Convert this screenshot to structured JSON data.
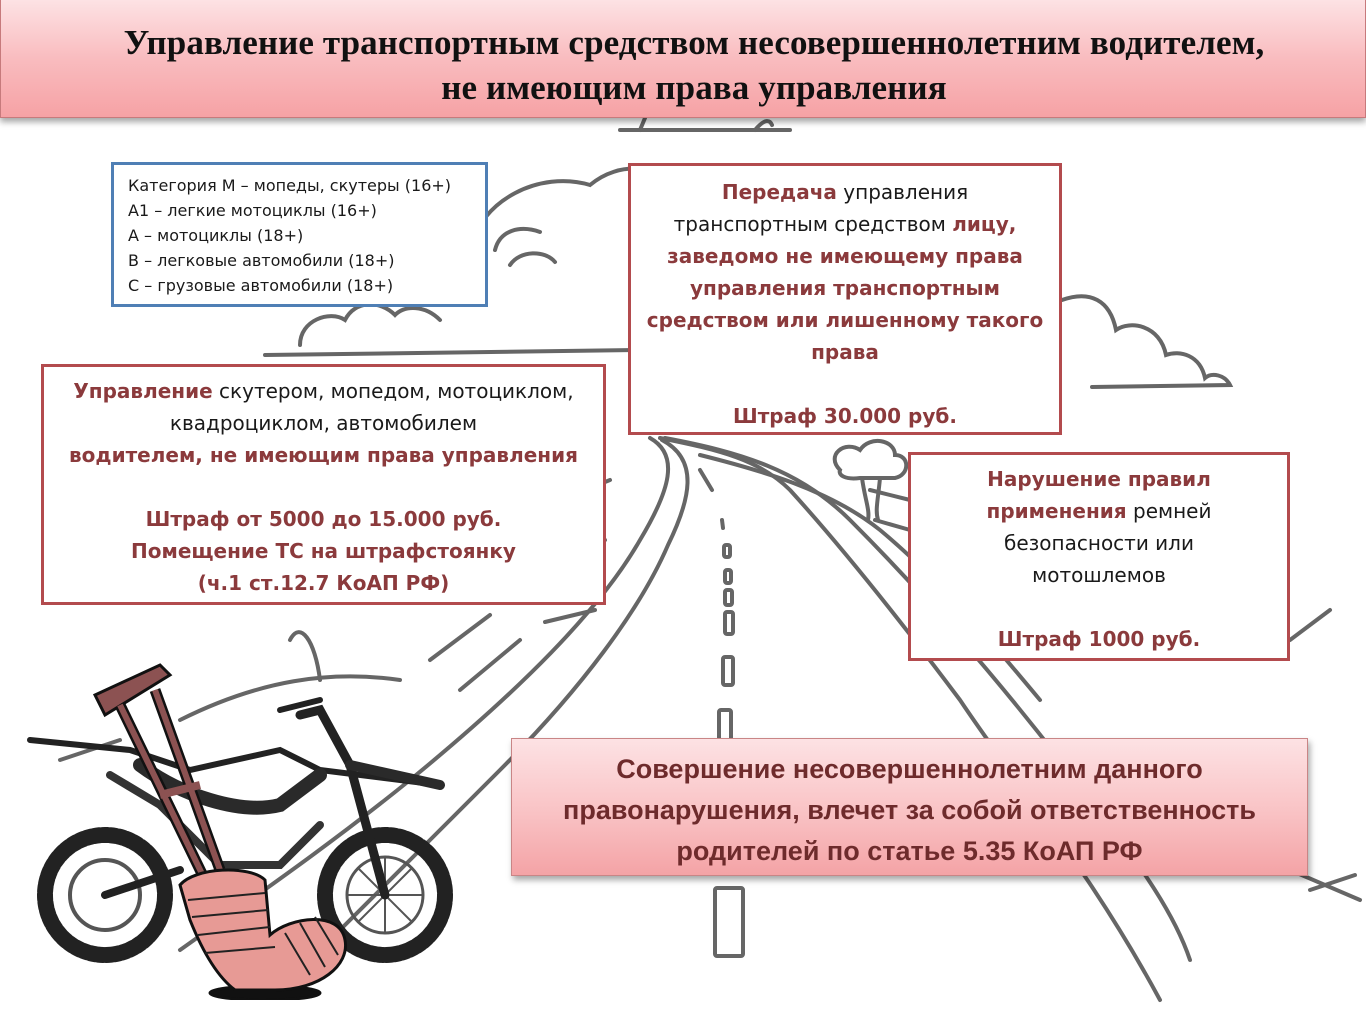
{
  "title": {
    "line1": "Управление транспортным средством несовершеннолетним водителем,",
    "line2": "не имеющим права управления"
  },
  "categories": {
    "items": [
      "Категория М – мопеды, скутеры (16+)",
      "А1 – легкие мотоциклы (16+)",
      "А – мотоциклы (18+)",
      "В – легковые автомобили (18+)",
      "С – грузовые автомобили (18+)"
    ],
    "border_color": "#4f7fb5"
  },
  "transfer": {
    "hl1": "Передача",
    "t1": " управления",
    "t2": "транспортным средством ",
    "hl2": "лицу,",
    "hl3": "заведомо не имеющему права",
    "hl4": "управления транспортным",
    "hl5": "средством или лишенному такого",
    "hl6": "права",
    "fine": "Штраф 30.000 руб."
  },
  "driving": {
    "hl1": "Управление",
    "t1": " скутером, мопедом, мотоциклом,",
    "t2": "квадроциклом, автомобилем",
    "hl2": "водителем, не имеющим права управления",
    "fine": "Штраф от 5000 до 15.000 руб.",
    "impound": "Помещение ТС на штрафстоянку",
    "article": "(ч.1 ст.12.7 КоАП РФ)"
  },
  "belts": {
    "hl1": "Нарушение правил",
    "hl2": "применения",
    "t1": " ремней",
    "t2": "безопасности или",
    "t3": "мотошлемов",
    "fine": "Штраф 1000 руб."
  },
  "parents": {
    "line1": "Совершение несовершеннолетним данного",
    "line2": "правонарушения, влечет за собой ответственность",
    "line3": "родителей по статье 5.35 КоАП РФ"
  },
  "colors": {
    "accent_text": "#8b3a3c",
    "box_border": "#b34b4e",
    "banner_pink": "#f9bcbf",
    "sketch_gray": "#666666"
  },
  "illustrations": [
    "road-sketch",
    "clouds-sketch",
    "trees-sketch",
    "dirt-bike-sketch",
    "crutch-icon",
    "bandaged-foot-icon"
  ]
}
